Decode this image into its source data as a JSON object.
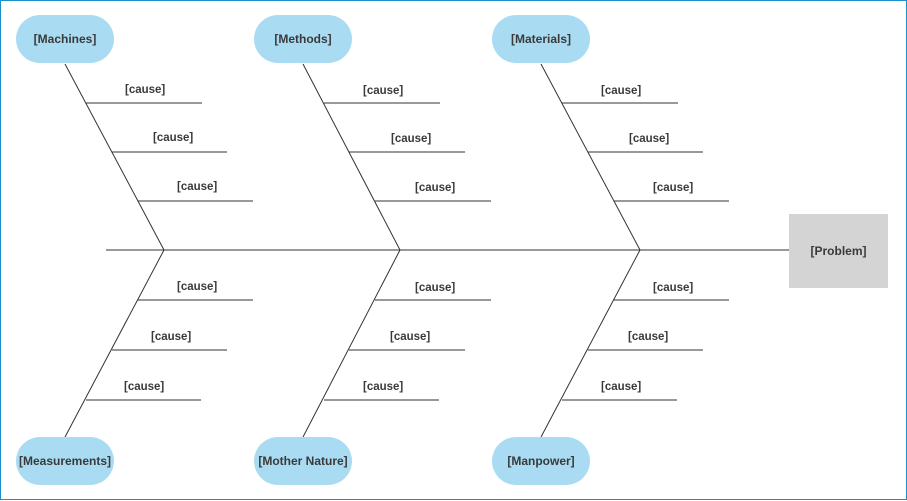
{
  "problem": "[Problem]",
  "categories": {
    "machines": "[Machines]",
    "methods": "[Methods]",
    "materials": "[Materials]",
    "measurements": "[Measurements]",
    "mother_nature": "[Mother Nature]",
    "manpower": "[Manpower]"
  },
  "cause_label": "[cause]",
  "colors": {
    "category_fill": "#a9dcf2",
    "problem_fill": "#d4d4d4",
    "border": "#1a8fc9",
    "line": "#333333"
  }
}
